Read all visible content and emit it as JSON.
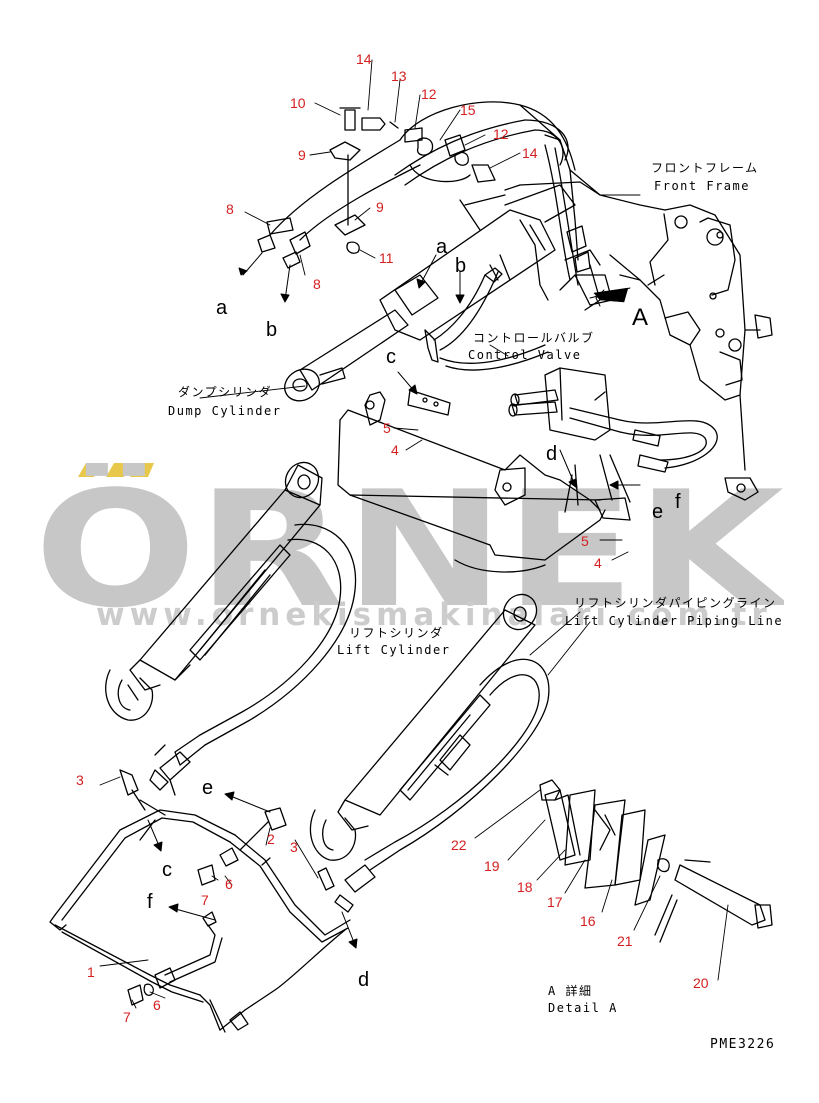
{
  "watermark": {
    "brand": "ÖRNEK",
    "url": "www.ornekismakinalari.com.tr"
  },
  "components": {
    "front_frame": {
      "jp": "フロントフレーム",
      "en": "Front Frame"
    },
    "control_valve": {
      "jp": "コントロールバルブ",
      "en": "Control Valve"
    },
    "dump_cylinder": {
      "jp": "ダンプシリンダ",
      "en": "Dump Cylinder"
    },
    "lift_cylinder": {
      "jp": "リフトシリンダ",
      "en": "Lift Cylinder"
    },
    "lift_piping": {
      "jp": "リフトシリンダパイピングライン",
      "en": "Lift Cylinder Piping Line"
    }
  },
  "detail": {
    "jp": "A 詳細",
    "en": "Detail A",
    "view_letter": "A"
  },
  "drawing_code": "PME3226",
  "callouts": {
    "n1": "1",
    "n2": "2",
    "n3a": "3",
    "n3b": "3",
    "n4a": "4",
    "n4b": "4",
    "n5a": "5",
    "n5b": "5",
    "n6a": "6",
    "n6b": "6",
    "n7a": "7",
    "n7b": "7",
    "n8a": "8",
    "n8b": "8",
    "n9a": "9",
    "n9b": "9",
    "n10": "10",
    "n11": "11",
    "n12a": "12",
    "n12b": "12",
    "n13": "13",
    "n14a": "14",
    "n14b": "14",
    "n15": "15",
    "n16": "16",
    "n17": "17",
    "n18": "18",
    "n19": "19",
    "n20": "20",
    "n21": "21",
    "n22": "22"
  },
  "connections": {
    "a1": "a",
    "a2": "a",
    "b1": "b",
    "b2": "b",
    "c1": "c",
    "c2": "c",
    "d1": "d",
    "d2": "d",
    "e1": "e",
    "e2": "e",
    "f1": "f",
    "f2": "f"
  },
  "colors": {
    "callout": "#d42020",
    "line": "#000000",
    "watermark": "#c7c7c7",
    "watermark_accent": "#e8c84a"
  }
}
